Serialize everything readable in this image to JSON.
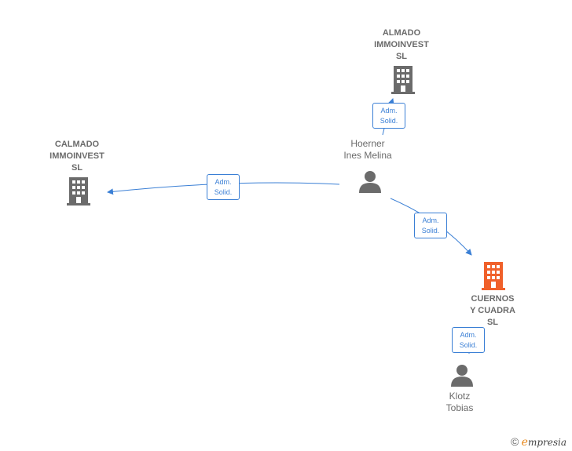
{
  "nodes": {
    "almado": {
      "label": "ALMADO\nIMMOINVEST\nSL",
      "type": "company",
      "highlight": false
    },
    "calmado": {
      "label": "CALMADO\nIMMOINVEST\nSL",
      "type": "company",
      "highlight": false
    },
    "cuernos": {
      "label": "CUERNOS\nY CUADRA\nSL",
      "type": "company",
      "highlight": true
    },
    "hoerner": {
      "label": "Hoerner\nInes Melina",
      "type": "person"
    },
    "klotz": {
      "label": "Klotz\nTobias",
      "type": "person"
    }
  },
  "edges": [
    {
      "from": "hoerner",
      "to": "almado",
      "line1": "Adm.",
      "line2": "Solid."
    },
    {
      "from": "hoerner",
      "to": "calmado",
      "line1": "Adm.",
      "line2": "Solid."
    },
    {
      "from": "hoerner",
      "to": "cuernos",
      "line1": "Adm.",
      "line2": "Solid."
    },
    {
      "from": "klotz",
      "to": "cuernos",
      "line1": "Adm.",
      "line2": "Solid."
    }
  ],
  "colors": {
    "company": "#6b6b6b",
    "company_highlight": "#f0602a",
    "person": "#6b6b6b",
    "edge": "#3a7fd5",
    "label_text": "#6b6b6b"
  },
  "footer": {
    "copyright_symbol": "©",
    "brand_first": "e",
    "brand_rest": "mpresia"
  }
}
